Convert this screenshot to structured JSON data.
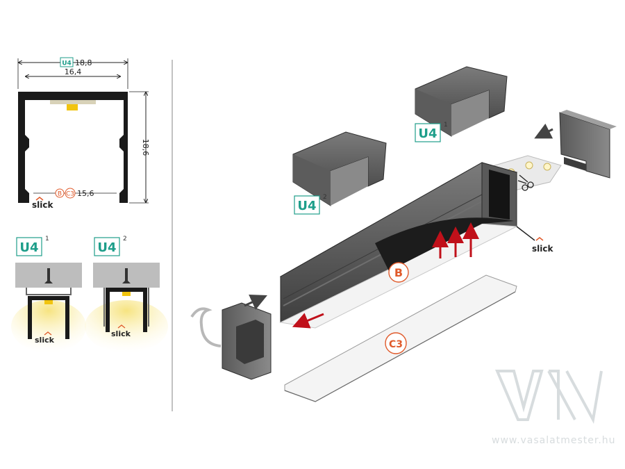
{
  "dimensions": {
    "outer_tag": "U4",
    "outer_width": "18,8",
    "inner_width": "16,4",
    "height": "18,6",
    "cover_tag_b": "B",
    "cover_tag_c3": "C3",
    "bottom_width": "15,6"
  },
  "brand": {
    "slick": "slick"
  },
  "clips": [
    {
      "label": "U4",
      "index": "1"
    },
    {
      "label": "U4",
      "index": "2"
    }
  ],
  "parts": {
    "diffuser_b": "B",
    "cover_c3": "C3"
  },
  "watermark": {
    "text": "www.vasalatmester.hu"
  },
  "colors": {
    "accent_teal": "#1e9e8a",
    "accent_orange": "#e05a2b",
    "arrow_red": "#c0101a",
    "aluminium_dark": "#4a4a4a",
    "led_glow": "#f6e27a"
  }
}
